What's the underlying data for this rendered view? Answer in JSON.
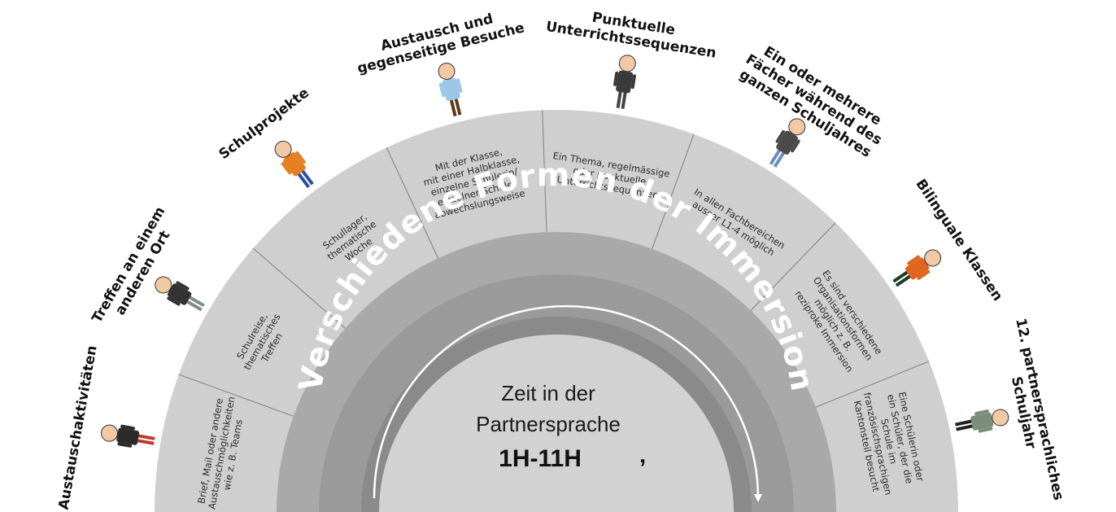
{
  "diagram": {
    "ring_title": "Verschiedene Formen der Immersion",
    "center": {
      "line1": "Zeit in der",
      "line2": "Partnersprache",
      "range": "1H-11H",
      "mark": "‚"
    },
    "categories": [
      {
        "label": [
          "Austauschaktivitäten"
        ],
        "description": [
          "Brief, Mail oder andere",
          "Austauschmöglichkeiten",
          "wie z. B. Teams"
        ]
      },
      {
        "label": [
          "Treffen an einem",
          "anderen Ort"
        ],
        "description": [
          "Schulreise,",
          "thematisches",
          "Treffen"
        ]
      },
      {
        "label": [
          "Schulprojekte"
        ],
        "description": [
          "Schullager,",
          "thematische",
          "Woche"
        ]
      },
      {
        "label": [
          "Austausch und",
          "gegenseitige Besuche"
        ],
        "description": [
          "Mit der Klasse,",
          "mit einer Halbklasse,",
          "einzelne Schülerin/",
          "einzelner Schüler",
          "abwechslungsweise"
        ]
      },
      {
        "label": [
          "Punktuelle",
          "Unterrichtssequenzen"
        ],
        "description": [
          "Ein Thema, regelmässige",
          "oder punktuelle",
          "Unterrichtssequenzen"
        ]
      },
      {
        "label": [
          "Ein oder mehrere",
          "Fächer während des",
          "ganzen Schuljahres"
        ],
        "description": [
          "In allen Fachbereichen",
          "ausser L1-4 möglich"
        ]
      },
      {
        "label": [
          "Bilinguale Klassen"
        ],
        "description": [
          "Es sind verschiedene",
          "Organisationsformen",
          "möglich z. B.",
          "reziproke Immersion"
        ]
      },
      {
        "label": [
          "12. partnersprachliches",
          "Schuljahr"
        ],
        "description": [
          "Eine Schülerin oder",
          "ein Schüler, der die",
          "Schule im",
          "französischsprachigen",
          "Kantonsteil besucht"
        ]
      }
    ],
    "colors": {
      "outer_ring": "#cfcfcf",
      "middle_ring": "#a9a9a9",
      "inner_ring": "#9a9a9a",
      "core": "#8a8a8a",
      "center_disc": "#d2d2d2",
      "divider": "#8c8c8c",
      "label": "#111111"
    }
  }
}
